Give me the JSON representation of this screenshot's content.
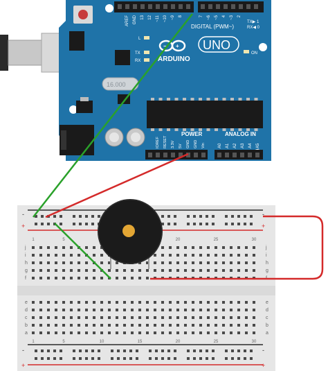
{
  "arduino": {
    "brand": "ARDUINO",
    "model": "UNO",
    "digital_label": "DIGITAL (PWM~)",
    "tx_rx_labels": [
      "TX▶ 1",
      "RX◀ 0"
    ],
    "top_pin_labels": [
      "AREF",
      "GND",
      "13",
      "12",
      "~11",
      "~10",
      "~9",
      "8",
      "7",
      "~6",
      "~5",
      "4",
      "~3",
      "2"
    ],
    "led_labels": [
      "L",
      "TX",
      "RX",
      "ON"
    ],
    "crystal_label": "16.000",
    "power_label": "POWER",
    "analog_label": "ANALOG IN",
    "power_pins": [
      "IOREF",
      "RESET",
      "3.3V",
      "5V",
      "GND",
      "GND",
      "Vin"
    ],
    "analog_pins": [
      "A0",
      "A1",
      "A2",
      "A3",
      "A4",
      "A5"
    ]
  },
  "breadboard": {
    "row_letters_upper": [
      "j",
      "i",
      "h",
      "g",
      "f"
    ],
    "row_letters_lower": [
      "e",
      "d",
      "c",
      "b",
      "a"
    ],
    "column_numbers": [
      "1",
      "5",
      "10",
      "15",
      "20",
      "25",
      "30"
    ],
    "rail_plus": "+",
    "rail_minus": "-"
  },
  "colors": {
    "board": "#1f73a8",
    "wire_green": "#2aa12a",
    "wire_red": "#d42a2a",
    "buzzer": "#1b1b1b",
    "buzzer_center": "#e3a634",
    "breadboard": "#e9e9e9"
  },
  "components": [
    "piezo-buzzer"
  ]
}
